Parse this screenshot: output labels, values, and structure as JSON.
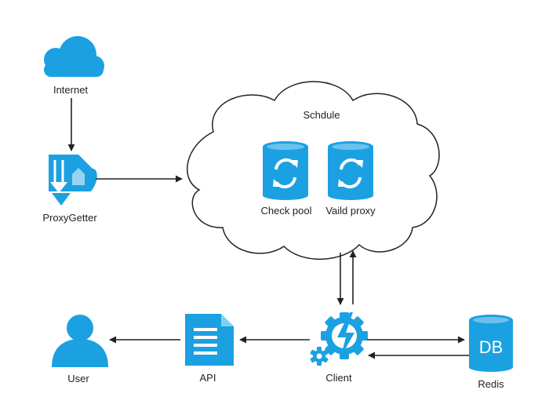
{
  "nodes": {
    "internet": {
      "label": "Internet",
      "icon": "cloud-icon"
    },
    "proxy_getter": {
      "label": "ProxyGetter",
      "icon": "download-icon"
    },
    "schedule": {
      "label": "Schdule",
      "icon": "cloud-outline"
    },
    "check_pool": {
      "label": "Check pool",
      "icon": "database-refresh-icon"
    },
    "valid_proxy": {
      "label": "Vaild proxy",
      "icon": "database-refresh-icon"
    },
    "client": {
      "label": "Client",
      "icon": "gear-lightning-icon"
    },
    "api": {
      "label": "API",
      "icon": "document-icon"
    },
    "user": {
      "label": "User",
      "icon": "user-icon"
    },
    "redis": {
      "label": "Redis",
      "icon": "database-icon",
      "badge": "DB"
    }
  },
  "colors": {
    "accent": "#1ba1e2",
    "line": "#222222",
    "text": "#222222"
  }
}
